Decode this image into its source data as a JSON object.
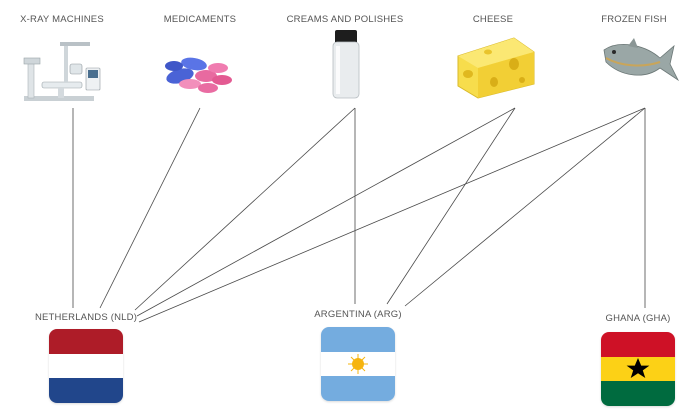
{
  "products": [
    {
      "label": "X-RAY MACHINES",
      "icon": "x-ray-machine-icon"
    },
    {
      "label": "MEDICAMENTS",
      "icon": "pills-icon"
    },
    {
      "label": "CREAMS AND POLISHES",
      "icon": "cream-jar-icon"
    },
    {
      "label": "CHEESE",
      "icon": "cheese-icon"
    },
    {
      "label": "FROZEN FISH",
      "icon": "fish-icon"
    }
  ],
  "countries": [
    {
      "label": "NETHERLANDS (NLD)",
      "icon": "netherlands-flag-icon"
    },
    {
      "label": "ARGENTINA (ARG)",
      "icon": "argentina-flag-icon"
    },
    {
      "label": "GHANA (GHA)",
      "icon": "ghana-flag-icon"
    }
  ],
  "links": [
    [
      "X-RAY MACHINES",
      "NETHERLANDS (NLD)"
    ],
    [
      "MEDICAMENTS",
      "NETHERLANDS (NLD)"
    ],
    [
      "CREAMS AND POLISHES",
      "NETHERLANDS (NLD)"
    ],
    [
      "CHEESE",
      "NETHERLANDS (NLD)"
    ],
    [
      "FROZEN FISH",
      "NETHERLANDS (NLD)"
    ],
    [
      "CREAMS AND POLISHES",
      "ARGENTINA (ARG)"
    ],
    [
      "CHEESE",
      "ARGENTINA (ARG)"
    ],
    [
      "FROZEN FISH",
      "ARGENTINA (ARG)"
    ],
    [
      "FROZEN FISH",
      "GHANA (GHA)"
    ]
  ],
  "colors": {
    "label": "#555555",
    "line": "#4a4a4a",
    "nld_red": "#ae1c28",
    "nld_white": "#ffffff",
    "nld_blue": "#21468b",
    "arg_blue": "#74acdf",
    "arg_sun": "#f6b40e",
    "gha_red": "#ce1126",
    "gha_yellow": "#fcd116",
    "gha_green": "#006b3f"
  }
}
